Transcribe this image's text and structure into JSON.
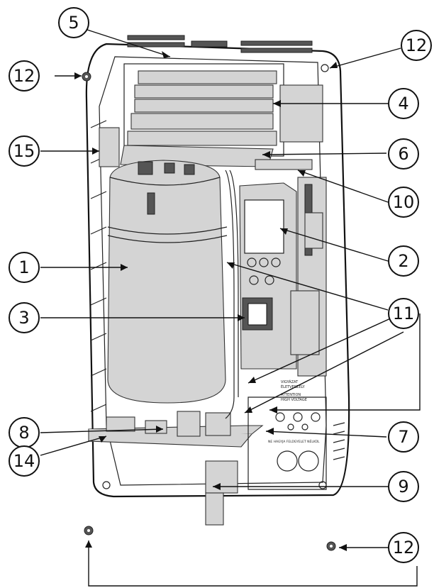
{
  "callouts": [
    {
      "id": "c5a",
      "label": "5"
    },
    {
      "id": "c12a",
      "label": "12"
    },
    {
      "id": "c12b",
      "label": "12"
    },
    {
      "id": "c4",
      "label": "4"
    },
    {
      "id": "c15",
      "label": "15"
    },
    {
      "id": "c6",
      "label": "6"
    },
    {
      "id": "c10",
      "label": "10"
    },
    {
      "id": "c1",
      "label": "1"
    },
    {
      "id": "c2",
      "label": "2"
    },
    {
      "id": "c3",
      "label": "3"
    },
    {
      "id": "c11",
      "label": "11"
    },
    {
      "id": "c8",
      "label": "8"
    },
    {
      "id": "c7",
      "label": "7"
    },
    {
      "id": "c14",
      "label": "14"
    },
    {
      "id": "c9",
      "label": "9"
    },
    {
      "id": "c12c",
      "label": "12"
    }
  ],
  "device_text": {
    "panel_line_1": "VIGYÁZAT",
    "panel_line_2": "ÉLETVESZÉLY",
    "panel_line_3": "ATTENTION",
    "panel_line_4": "HIGH VOLTAGE",
    "base_line": "NE HAGYJA FELÜGYELET NÉLKÜL"
  }
}
